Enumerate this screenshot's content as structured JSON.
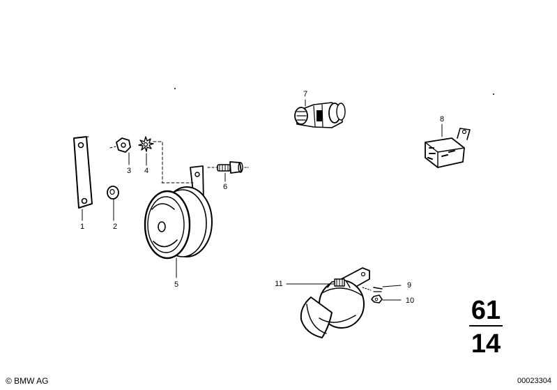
{
  "callouts": [
    {
      "id": "1",
      "label": "1"
    },
    {
      "id": "2",
      "label": "2"
    },
    {
      "id": "3",
      "label": "3"
    },
    {
      "id": "4",
      "label": "4"
    },
    {
      "id": "5",
      "label": "5"
    },
    {
      "id": "6",
      "label": "6"
    },
    {
      "id": "7",
      "label": "7"
    },
    {
      "id": "8",
      "label": "8"
    },
    {
      "id": "9",
      "label": "9"
    },
    {
      "id": "10",
      "label": "10"
    },
    {
      "id": "11",
      "label": "11"
    }
  ],
  "group": {
    "main": "61",
    "sub": "14"
  },
  "footer": {
    "copyright": "© BMW AG",
    "diagram_number": "00023304"
  },
  "colors": {
    "ink": "#000000",
    "background": "#ffffff"
  }
}
